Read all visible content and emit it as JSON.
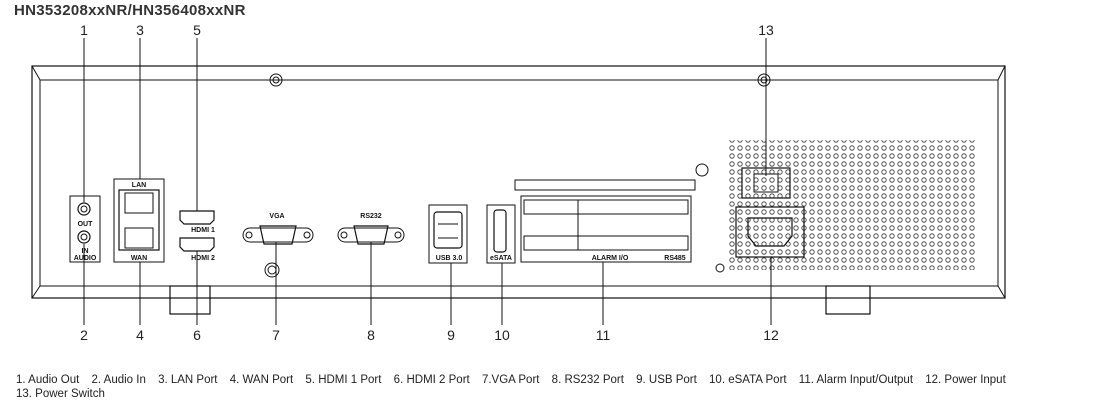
{
  "title": "HN353208xxNR/HN356408xxNR",
  "callouts": {
    "n1": "1",
    "n2": "2",
    "n3": "3",
    "n4": "4",
    "n5": "5",
    "n6": "6",
    "n7": "7",
    "n8": "8",
    "n9": "9",
    "n10": "10",
    "n11": "11",
    "n12": "12",
    "n13": "13"
  },
  "panel_labels": {
    "out": "OUT",
    "in": "IN",
    "audio": "AUDIO",
    "lan": "LAN",
    "wan": "WAN",
    "hdmi1": "HDMI 1",
    "hdmi2": "HDMI 2",
    "vga": "VGA",
    "rs232": "RS232",
    "usb": "USB 3.0",
    "esata": "eSATA",
    "alarm": "ALARM I/O",
    "rs485": "RS485"
  },
  "legend": [
    "1. Audio Out",
    "2. Audio  In",
    "3. LAN Port",
    "4. WAN Port",
    "5. HDMI 1 Port",
    "6. HDMI 2 Port",
    "7.VGA Port",
    "8. RS232 Port",
    "9. USB Port",
    "10. eSATA Port",
    "11. Alarm Input/Output",
    "12. Power Input",
    "13. Power Switch"
  ]
}
